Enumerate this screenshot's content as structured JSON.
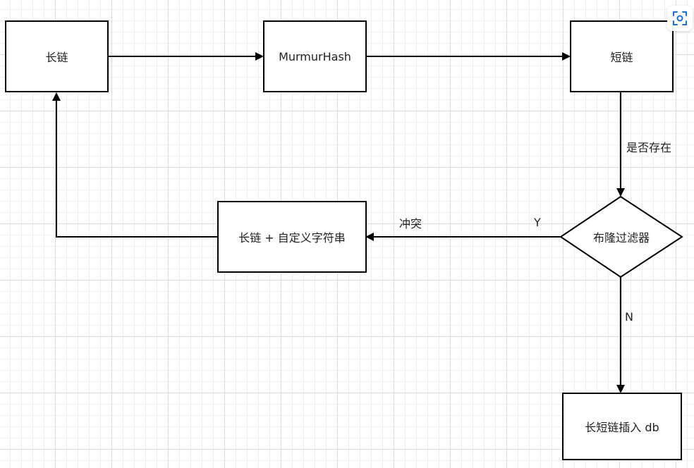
{
  "diagram": {
    "nodes": {
      "long_link": "长链",
      "murmurhash": "MurmurHash",
      "short_link": "短链",
      "bloom_filter": "布隆过滤器",
      "long_plus_suffix": "长链 + 自定义字符串",
      "insert_db": "长短链插入 db"
    },
    "edge_labels": {
      "exists": "是否存在",
      "yes": "Y",
      "conflict": "冲突",
      "no": "N"
    }
  },
  "toolbar": {
    "focus_icon": "scan-focus-icon"
  },
  "colors": {
    "stroke": "#000000",
    "text": "#222222",
    "grid": "#dddddd",
    "icon": "#1e6fd9"
  }
}
